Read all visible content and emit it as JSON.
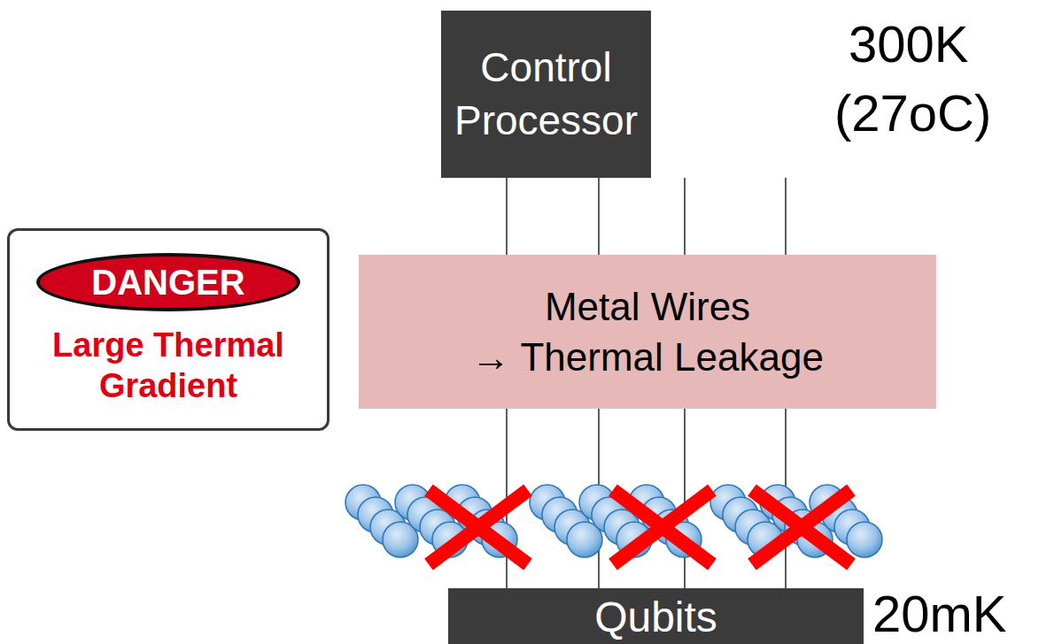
{
  "diagram": {
    "nodes": [
      {
        "text": [
          "Control Processor"
        ]
      },
      {
        "text": [
          "DANGER",
          "Large Thermal Gradient"
        ]
      },
      {
        "text": [
          "Metal Wires",
          "→ Thermal Leakage"
        ]
      },
      {
        "text": [
          "Qubits"
        ]
      }
    ],
    "edges": [
      {
        "from": 0,
        "to": 2,
        "arrow": "none"
      },
      {
        "from": 0,
        "to": 2,
        "arrow": "none"
      },
      {
        "from": 0,
        "to": 2,
        "arrow": "none"
      },
      {
        "from": 0,
        "to": 2,
        "arrow": "none"
      },
      {
        "from": 2,
        "to": 3,
        "arrow": "none"
      },
      {
        "from": 2,
        "to": 3,
        "arrow": "none"
      },
      {
        "from": 2,
        "to": 3,
        "arrow": "none"
      },
      {
        "from": 2,
        "to": 3,
        "arrow": "none"
      }
    ],
    "labels": [
      "300K",
      "(27oC)",
      "20mK"
    ]
  }
}
